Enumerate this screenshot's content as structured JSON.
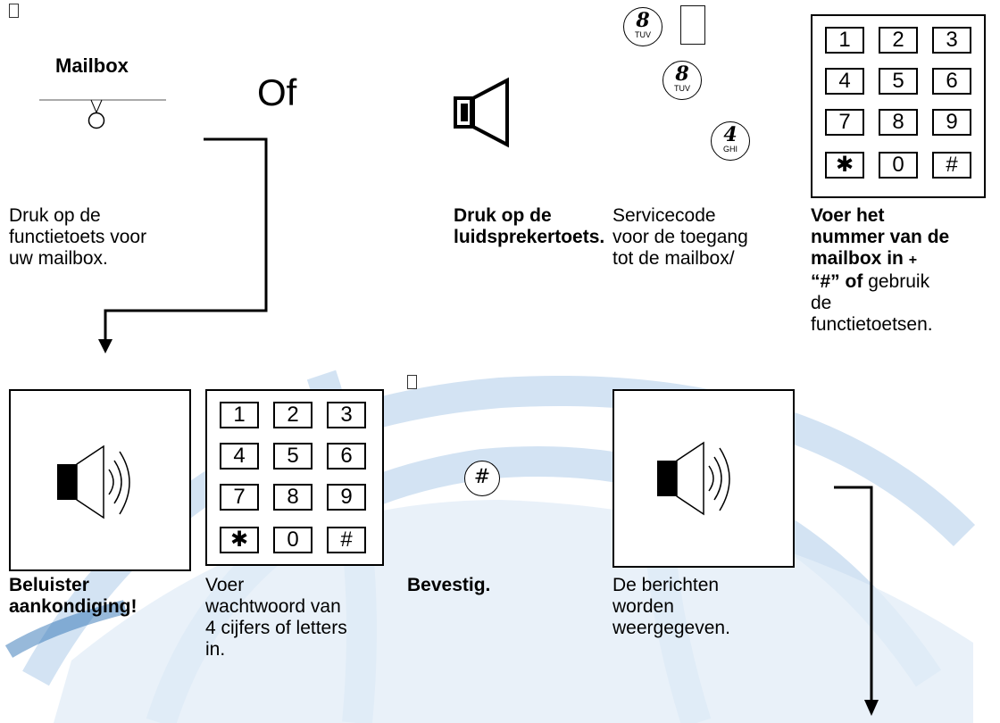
{
  "background": {
    "globe_color": "#4a86c8"
  },
  "top_row": {
    "mailbox_key": {
      "label": "Mailbox"
    },
    "or_text": "Of",
    "speaker_caption": "Druk op de luidsprekertoets.",
    "mailbox_caption": [
      "Druk op de",
      "functietoets voor",
      "uw mailbox."
    ],
    "service_keys": [
      {
        "digit": "8",
        "letters": "TUV"
      },
      {
        "digit": "8",
        "letters": "TUV"
      },
      {
        "digit": "4",
        "letters": "GHI"
      }
    ],
    "service_caption": [
      "Servicecode",
      "voor de toegang",
      "tot de mailbox/"
    ],
    "keypad_keys": [
      "1",
      "2",
      "3",
      "4",
      "5",
      "6",
      "7",
      "8",
      "9",
      "✱",
      "0",
      "#"
    ],
    "keypad_caption": {
      "l1": "Voer het",
      "l2": "nummer van de",
      "l3": "mailbox in",
      "plus": "+",
      "hash": "“#”",
      "of": "of",
      "gebruik": "gebruik",
      "l5": "de",
      "l6": "functietoetsen."
    }
  },
  "bottom_row": {
    "listen_caption": [
      "Beluister",
      "aankondiging!"
    ],
    "password_caption": [
      "Voer",
      "wachtwoord van",
      "4 cijfers of letters",
      "in."
    ],
    "confirm_key": "#",
    "confirm_caption": "Bevestig.",
    "messages_caption": [
      "De berichten",
      "worden",
      "weergegeven."
    ]
  }
}
